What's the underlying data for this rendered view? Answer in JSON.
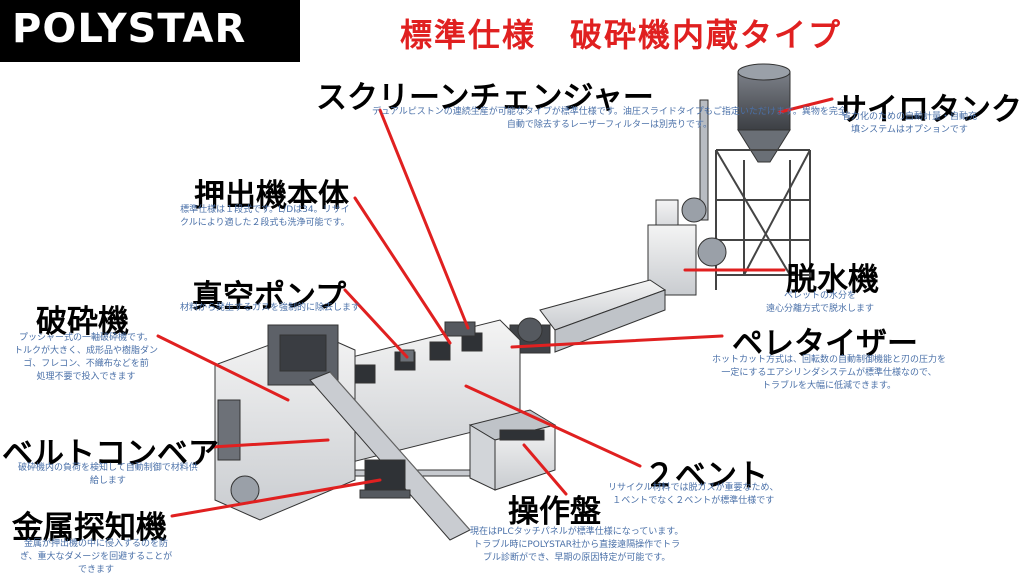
{
  "brand": {
    "logo": "POLYSTAR"
  },
  "title": "標準仕様　破砕機内蔵タイプ",
  "colors": {
    "accent": "#e02020",
    "description": "#4a70a8",
    "machine": "#8a8f96"
  },
  "labels": {
    "screen_changer": {
      "name": "スクリーンチェンジャー",
      "desc": "デュアルピストンの連続生産が可能なタイプが標準仕様です。油圧スライドタイプもご指定いただけます。異物を完全\n自動で除去するレーザーフィルターは別売りです。"
    },
    "silo_tank": {
      "name": "サイロタンク",
      "desc": "省力化のための自動計量・自動充\n填システムはオプションです"
    },
    "extruder": {
      "name": "押出機本体",
      "desc": "標準仕様は１段式です。L/Dは34。リサイ\nクルにより適した２段式も洗浄可能です。"
    },
    "vacuum_pump": {
      "name": "真空ポンプ",
      "desc": "材料から発生するガスを強制的に除去します"
    },
    "dewatering": {
      "name": "脱水機",
      "desc": "ペレットの水分を\n遠心分離方式で脱水します"
    },
    "crusher": {
      "name": "破砕機",
      "desc": "プッシャー式の一軸破砕機です。\nトルクが大きく、成形品や樹脂ダン\nゴ、フレコン、不織布などを前\n処理不要で投入できます"
    },
    "pelletizer": {
      "name": "ペレタイザー",
      "desc": "ホットカット方式は、回転数の自動制御機能と刃の圧力を\n一定にするエアシリンダシステムが標準仕様なので、\nトラブルを大幅に低減できます。"
    },
    "belt_conveyor": {
      "name": "ベルトコンベア",
      "desc": "破砕機内の負荷を検知して自動制御で材料供\n給します"
    },
    "two_vent": {
      "name": "２ベント",
      "desc": "リサイクル材料では脱ガスが重要なため、\n１ベントでなく２ベントが標準仕様です"
    },
    "metal_detector": {
      "name": "金属探知機",
      "desc": "金属が押出機の中に侵入するのを防\nぎ、重大なダメージを回避することが\nできます"
    },
    "control_panel": {
      "name": "操作盤",
      "desc": "現在はPLCタッチパネルが標準仕様になっています。\nトラブル時にPOLYSTAR社から直接遠隔操作でトラ\nブル診断ができ、早期の原因特定が可能です。"
    }
  }
}
